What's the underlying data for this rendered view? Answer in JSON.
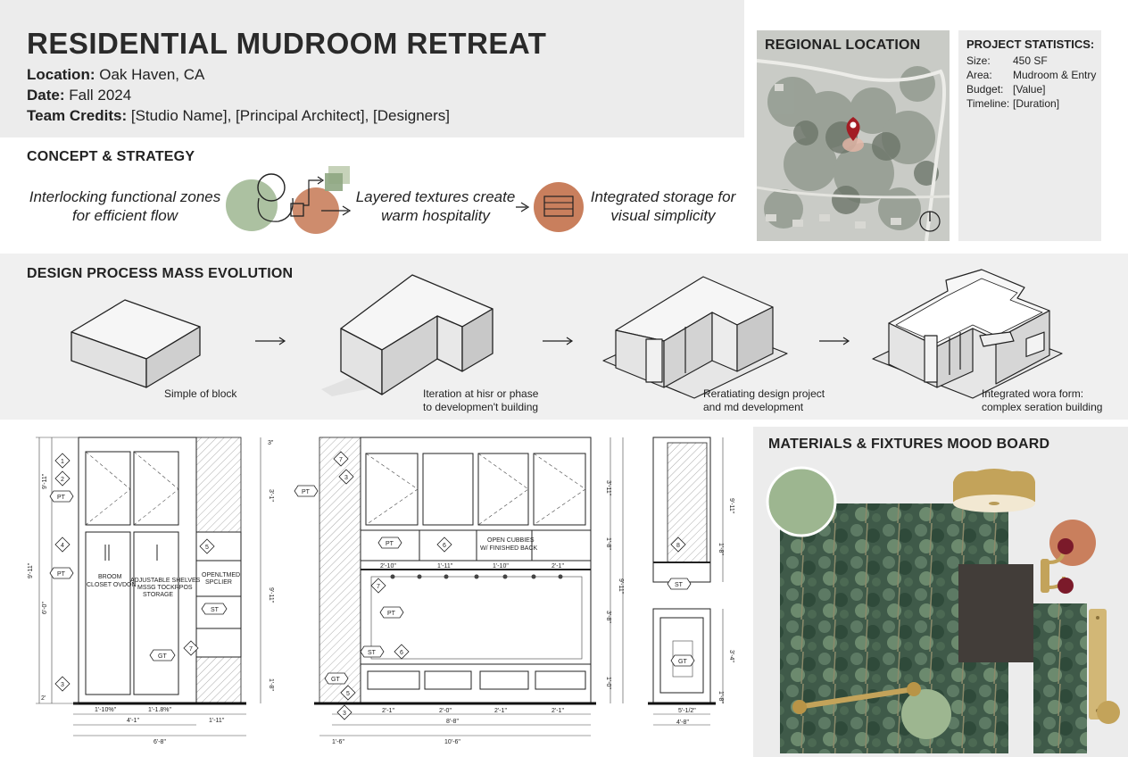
{
  "header": {
    "title": "RESIDENTIAL MUDROOM RETREAT",
    "location_label": "Location:",
    "location_value": "Oak Haven, CA",
    "date_label": "Date:",
    "date_value": "Fall 2024",
    "credits_label": "Team Credits:",
    "credits_value": "[Studio Name], [Principal Architect], [Designers]"
  },
  "concept": {
    "title": "CONCEPT & STRATEGY",
    "items": [
      {
        "line1": "Interlocking functional zones",
        "line2": "for efficient flow"
      },
      {
        "line1": "Layered textures create",
        "line2": "warm hospitality"
      },
      {
        "line1": "Integrated storage for",
        "line2": "visual simplicity"
      }
    ]
  },
  "regional": {
    "title": "REGIONAL LOCATION"
  },
  "stats": {
    "title": "PROJECT STATISTICS:",
    "rows": [
      {
        "label": "Size:",
        "value": "450 SF"
      },
      {
        "label": "Area:",
        "value": "Mudroom & Entry"
      },
      {
        "label": "Budget:",
        "value": "[Value]"
      },
      {
        "label": "Timeline:",
        "value": "[Duration]"
      }
    ]
  },
  "mass": {
    "title": "DESIGN PROCESS MASS EVOLUTION",
    "steps": [
      {
        "line1": "Simple of block",
        "line2": ""
      },
      {
        "line1": "Iteration at hisr or phase",
        "line2": "to developmen't building"
      },
      {
        "line1": "Reratiating design project",
        "line2": "and md development"
      },
      {
        "line1": "Integrated wora form:",
        "line2": "complex seration building"
      }
    ]
  },
  "drawings": {
    "elev1": {
      "tags": [
        "1",
        "2",
        "4",
        "3",
        "5",
        "7"
      ],
      "pt": "PT",
      "st": "ST",
      "gt": "GT",
      "label_a1": "BROOM",
      "label_a2": "CLOSET OVDON",
      "label_b1": "ADJUSTABLE SHELVES",
      "label_b2": "MSSG TOCKRPOS",
      "label_b3": "STORAGE",
      "label_c1": "OPENLTMED",
      "label_c2": "SPCLIER",
      "dim_h_total": "9'-11\"",
      "dim_left_a": "9'-11\"",
      "dim_left_b": "6'-0\"",
      "dim_left_c": "2'",
      "dim_top": "3\"",
      "dim_right_a": "3'-1\"",
      "dim_right_b": "9'-11\"",
      "dim_right_c": "1'-8\"",
      "dim_b1": "1'-10%\"",
      "dim_b2": "1'-1.8%\"",
      "dim_b3": "4'-1\"",
      "dim_b4": "1'-11\"",
      "dim_b5": "6'-8\""
    },
    "elev2": {
      "tags": [
        "7",
        "3",
        "7",
        "6",
        "5",
        "3"
      ],
      "pt": "PT",
      "st": "ST",
      "gt": "GT",
      "open_label1": "OPEN CUBBIES",
      "open_label2": "W/ FINISHED BACK",
      "cubby_tag": "6",
      "dim_top1": "2'-10\"",
      "dim_top2": "1'-11\"",
      "dim_top3": "1'-10\"",
      "dim_top4": "2'-1\"",
      "dim_b1": "2'-1\"",
      "dim_b2": "2'-0\"",
      "dim_b3": "2'-1\"",
      "dim_b4": "2'-1\"",
      "dim_b5": "8'-8\"",
      "dim_b6": "10'-6\"",
      "dim_left": "1'-6\"",
      "dim_right_a": "3'-11\"",
      "dim_right_b": "1'-8\"",
      "dim_right_c": "9'-11\"",
      "dim_right_d": "3'-8\"",
      "dim_right_e": "1'-0\""
    },
    "elev3": {
      "tag": "8",
      "st": "ST",
      "gt": "GT",
      "dim_a": "9'-11\"",
      "dim_b": "1'-8\"",
      "dim_c": "3'-4\"",
      "dim_d": "1'-8\"",
      "dim_e": "5'-1/2\"",
      "dim_f": "4'-8\""
    }
  },
  "mood": {
    "title": "MATERIALS & FIXTURES MOOD BOARD"
  },
  "colors": {
    "sage": "#9db690",
    "terracotta": "#c97f5d",
    "map_red": "#a31d24",
    "brass": "#c3a35a",
    "dark_tile": "#423d39",
    "forest": "#3d5a47"
  }
}
